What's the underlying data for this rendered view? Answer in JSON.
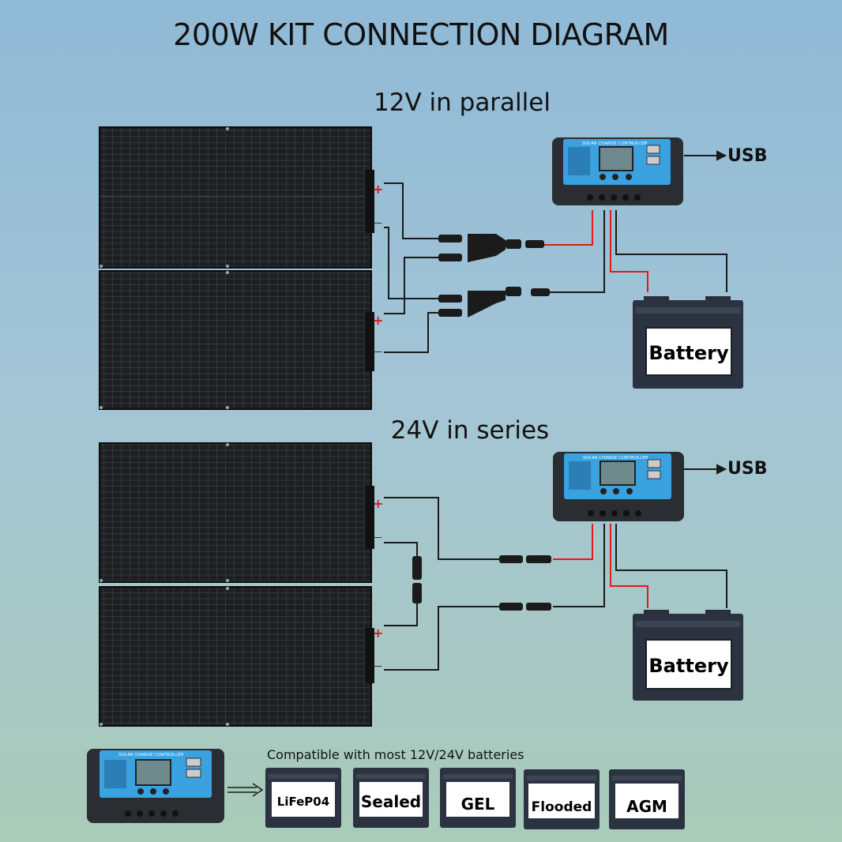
{
  "title": "200W KIT CONNECTION DIAGRAM",
  "sections": [
    {
      "label": "12V in parallel"
    },
    {
      "label": "24V in series"
    }
  ],
  "usb_label": "USB",
  "battery_label": "Battery",
  "controller_text": "SOLAR CHARGE CONTROLLER",
  "polarity": {
    "plus": "+",
    "minus": "—"
  },
  "compat_text": "Compatible with most 12V/24V batteries",
  "battery_types": [
    "LiFeP04",
    "Sealed",
    "GEL",
    "Flooded",
    "AGM"
  ],
  "colors": {
    "positive_wire": "#e11a1a",
    "negative_wire": "#1a1a1a",
    "controller_blue": "#3aa2df",
    "panel": "#1b1d20"
  }
}
